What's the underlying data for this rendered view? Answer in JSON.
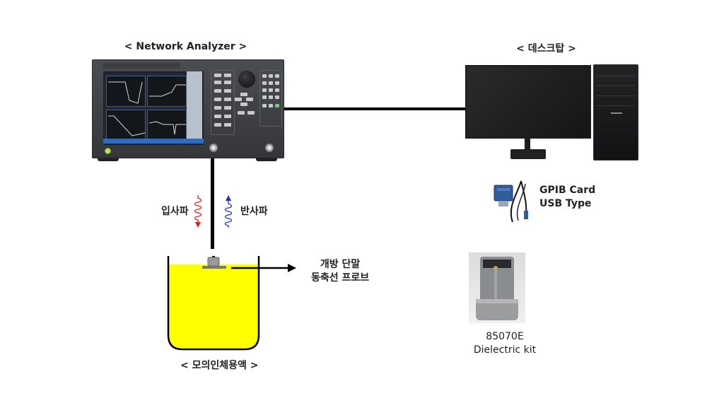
{
  "network_analyzer": {
    "title": "< Network Analyzer >",
    "icon": "network-analyzer-instrument"
  },
  "desktop": {
    "title": "< 데스크탑 >",
    "monitor_icon": "monitor",
    "tower_icon": "pc-tower"
  },
  "gpib": {
    "line1": "GPIB Card",
    "line2": "USB Type",
    "icon": "gpib-usb-adapter"
  },
  "waves": {
    "incident": "입사파",
    "incident_color": "#e02020",
    "reflected": "반사파",
    "reflected_color": "#1a2ed0"
  },
  "probe": {
    "line1": "개방 단말",
    "line2": "동축선 프로브"
  },
  "beaker": {
    "label": "< 모의인체용액 >",
    "liquid_color": "#ffff00"
  },
  "dielectric_kit": {
    "line1": "85070E",
    "line2": "Dielectric kit",
    "icon": "dielectric-probe-kit"
  }
}
